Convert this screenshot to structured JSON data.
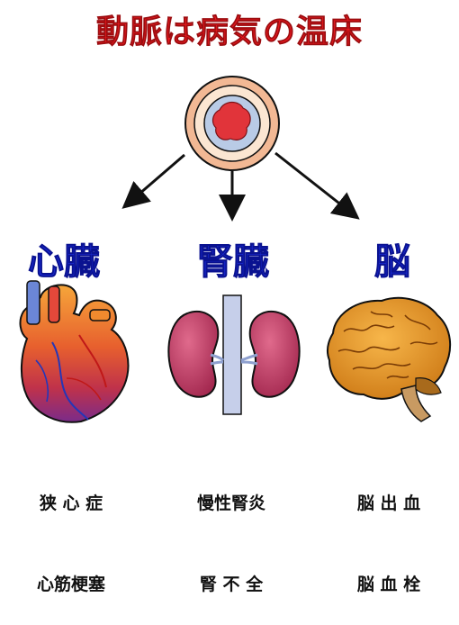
{
  "title": "動脈は病気の温床",
  "center_icon": "artery-cross-section-icon",
  "branches": [
    {
      "organ": "心臓",
      "icon": "heart-icon",
      "diseases": [
        "狭 心 症",
        "心筋梗塞"
      ]
    },
    {
      "organ": "腎臓",
      "icon": "kidneys-icon",
      "diseases": [
        "慢性腎炎",
        "腎 不 全"
      ]
    },
    {
      "organ": "脳",
      "icon": "brain-icon",
      "diseases": [
        "脳 出 血",
        "脳 血 栓"
      ]
    }
  ],
  "colors": {
    "title": "#e8171d",
    "organ_label": "#1a2ad6",
    "artery_wall": "#f4c8a8",
    "artery_lumen": "#e1343a"
  }
}
